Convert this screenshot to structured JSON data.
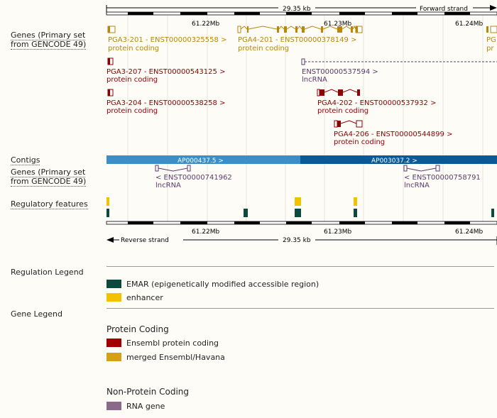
{
  "scale": {
    "span_label": "29.35 kb",
    "forward_strand": "Forward strand",
    "reverse_strand": "Reverse strand",
    "ticks": [
      "61.22Mb",
      "61.23Mb",
      "61.24Mb"
    ]
  },
  "track_labels": {
    "genes_primary_line1": "Genes (Primary set",
    "genes_primary_line2": "from GENCODE 49)",
    "contigs": "Contigs",
    "genes_reverse_line1": "Genes (Primary set",
    "genes_reverse_line2": "from GENCODE 49)",
    "regulatory": "Regulatory features"
  },
  "forward_genes": [
    {
      "name": "PGA3-201 - ENST00000325558 >",
      "biotype": "protein coding",
      "color": "#b8860b"
    },
    {
      "name": "PGA4-201 - ENST00000378149 >",
      "biotype": "protein coding",
      "color": "#b8860b"
    },
    {
      "name": "PG",
      "biotype": "pr",
      "color": "#b8860b"
    },
    {
      "name": "PGA3-207 - ENST00000543125 >",
      "biotype": "protein coding",
      "color": "#8b0000"
    },
    {
      "name": "ENST00000537594 >",
      "biotype": "lncRNA",
      "color": "#5a3a6a"
    },
    {
      "name": "PGA3-204 - ENST00000538258 >",
      "biotype": "protein coding",
      "color": "#8b0000"
    },
    {
      "name": "PGA4-202 - ENST00000537932 >",
      "biotype": "protein coding",
      "color": "#8b0000"
    },
    {
      "name": "PGA4-206 - ENST00000544899 >",
      "biotype": "protein coding",
      "color": "#8b0000"
    }
  ],
  "contigs": [
    {
      "name": "AP000437.5 >",
      "color": "#3a8fc8"
    },
    {
      "name": "AP003037.2 >",
      "color": "#0a5a9a"
    }
  ],
  "reverse_genes": [
    {
      "name": "< ENST00000741962",
      "biotype": "lncRNA"
    },
    {
      "name": "< ENST00000758791",
      "biotype": "lncRNA"
    }
  ],
  "legend": {
    "regulation_title": "Regulation Legend",
    "regulation_items": [
      {
        "label": "EMAR (epigenetically modified accessible region)",
        "color": "#0d4a3e"
      },
      {
        "label": "enhancer",
        "color": "#f2c200"
      }
    ],
    "gene_title": "Gene Legend",
    "protein_coding_title": "Protein Coding",
    "protein_coding_items": [
      {
        "label": "Ensembl protein coding",
        "color": "#a00000"
      },
      {
        "label": "merged Ensembl/Havana",
        "color": "#d4a017"
      }
    ],
    "non_protein_title": "Non-Protein Coding",
    "non_protein_items": [
      {
        "label": "RNA gene",
        "color": "#8a6a8a"
      }
    ]
  }
}
